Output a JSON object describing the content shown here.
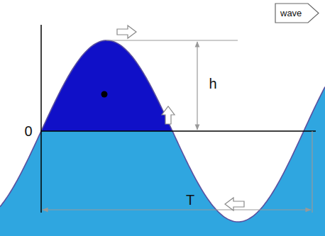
{
  "diagram": {
    "nodes": [
      {
        "text": [
          "wave"
        ]
      }
    ],
    "labels": [
      "h",
      "0",
      "T"
    ]
  }
}
